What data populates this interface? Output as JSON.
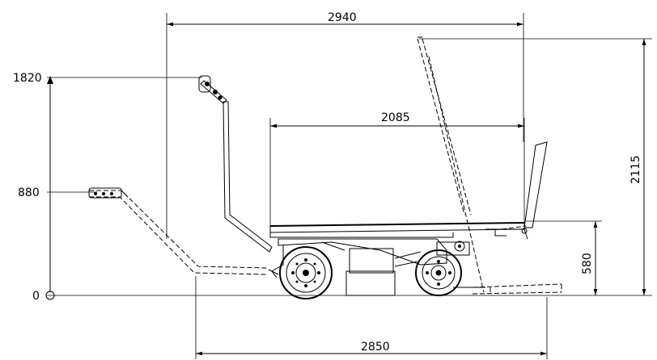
{
  "dimensions": {
    "overall_length_top": "2940",
    "platform_length": "2085",
    "overall_length_bottom": "2850",
    "height_2115": "2115",
    "platform_height": "580",
    "height_1820": "1820",
    "height_880": "880",
    "height_0": "0"
  }
}
